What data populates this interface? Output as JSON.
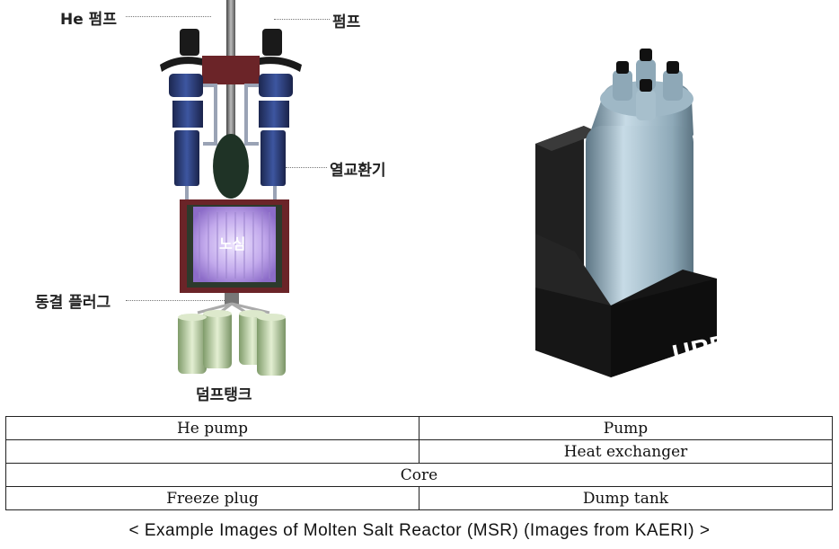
{
  "left_labels": {
    "he_pump": "He 펌프",
    "pump": "펌프",
    "heat_exchanger": "열교환기",
    "core": "노심",
    "freeze_plug": "동결 플러그",
    "dump_tank": "덤프탱크"
  },
  "right_image": {
    "brand": "URECA"
  },
  "legend": {
    "row1": [
      "He pump",
      "Pump"
    ],
    "row2": [
      "",
      "Heat exchanger"
    ],
    "row3": [
      "Core"
    ],
    "row4": [
      "Freeze plug",
      "Dump tank"
    ]
  },
  "caption": "< Example Images of Molten Salt Reactor (MSR) (Images from KAERI) >",
  "colors": {
    "reactor_blue": "#2b3a6b",
    "vessel_red": "#7a2a2e",
    "core_purple": "#b9a2e0",
    "tank_green": "#c9dcb4",
    "ureca_body": "#a9c4d4",
    "ureca_base": "#161616"
  }
}
